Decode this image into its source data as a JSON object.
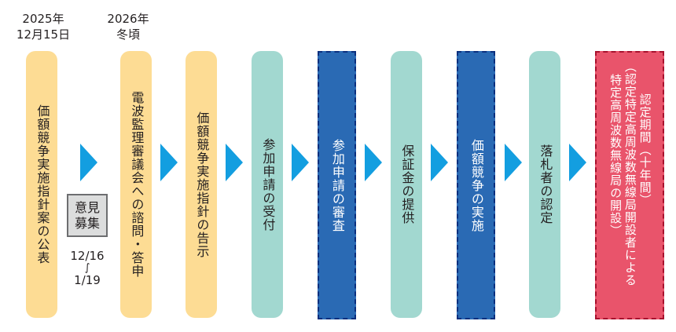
{
  "colors": {
    "yellow": "#fddc94",
    "teal": "#a2d8d0",
    "blue": "#2a6ab4",
    "blue_border": "#0b2f7e",
    "red": "#e9546b",
    "red_border": "#a8122e",
    "arrow": "#139ee0"
  },
  "dates": [
    {
      "line1": "2025年",
      "line2": "12月15日"
    },
    {
      "line1": "2026年",
      "line2": "冬頃"
    }
  ],
  "opinion": {
    "line1": "意見",
    "line2": "募集",
    "period_start": "12/16",
    "period_sep": "∫",
    "period_end": "1/19"
  },
  "steps": [
    {
      "label": "価額競争実施指針案の公表",
      "style": "yellow"
    },
    {
      "label": "電波監理審議会への諮問・答申",
      "style": "yellow"
    },
    {
      "label": "価額競争実施指針の告示",
      "style": "yellow"
    },
    {
      "label": "参加申請の受付",
      "style": "teal"
    },
    {
      "label": "参加申請の審査",
      "style": "blue"
    },
    {
      "label": "保証金の提供",
      "style": "teal"
    },
    {
      "label": "価額競争の実施",
      "style": "blue"
    },
    {
      "label": "落札者の認定",
      "style": "teal"
    },
    {
      "label_line1": "認定期間（十年間）",
      "label_line2": "（認定特定高周波数無線局開設者による",
      "label_line3": "特定高周波数無線局の開設）",
      "style": "red"
    }
  ]
}
